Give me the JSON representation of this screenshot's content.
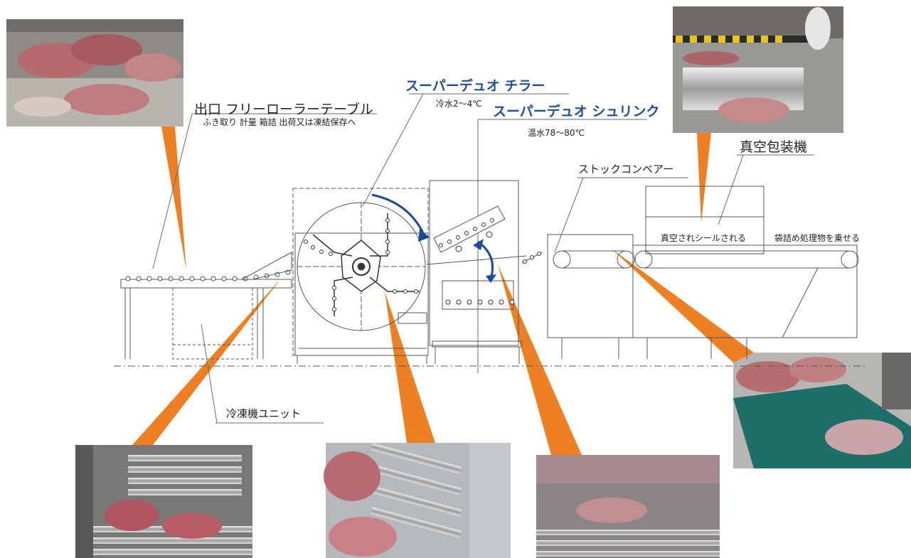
{
  "labels": {
    "exit_table": "出口 フリーローラーテーブル",
    "exit_sub": "ふき取り 計量 箱詰 出荷又は凍結保存へ",
    "chiller": "スーパーデュオ チラー",
    "chiller_water": "冷水2～4℃",
    "shrink": "スーパーデュオ シュリンク",
    "shrink_water": "温水78～80℃",
    "stock_conveyor": "ストックコンベアー",
    "vacuum_packer": "真空包装機",
    "vacuum_sealed": "真空されシールされる",
    "bagged_load": "袋詰め処理物を乗せる",
    "freezer_unit": "冷凍機ユニット"
  },
  "colors": {
    "accent_orange": "#ee7f22",
    "title_blue": "#1f4fa0",
    "line_gray": "#6a6a6a",
    "arrow_blue": "#1a4a9c"
  },
  "photos": [
    {
      "name": "photo-exit-table-meat",
      "subject": "meat-on-exit-table"
    },
    {
      "name": "photo-vacuum-packer",
      "subject": "vacuum-packer-machine"
    },
    {
      "name": "photo-green-conveyor",
      "subject": "bagged-meat-on-green-conveyor"
    },
    {
      "name": "photo-chiller-interior",
      "subject": "meat-in-roller-chiller"
    },
    {
      "name": "photo-chiller-rollers",
      "subject": "meat-on-chiller-rollers"
    },
    {
      "name": "photo-shrink-tunnel",
      "subject": "meat-in-shrink-tunnel"
    }
  ]
}
